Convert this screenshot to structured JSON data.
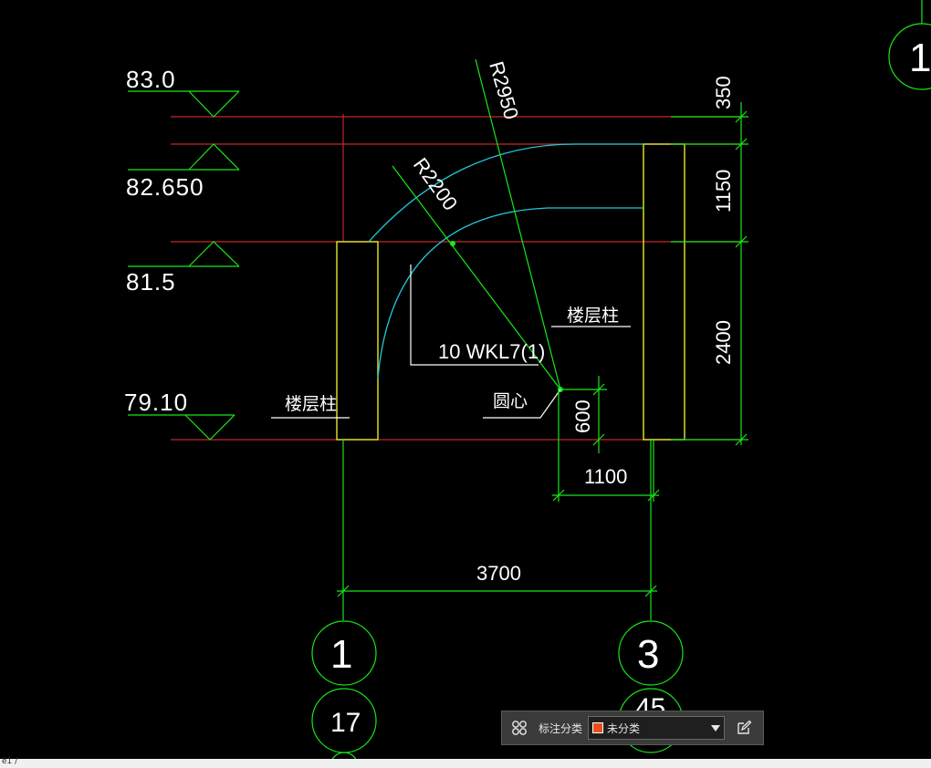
{
  "colors": {
    "background": "#000000",
    "grid_line": "#c0282a",
    "dimension": "#19e619",
    "column": "#e8e82a",
    "beam_arc": "#22c8d8",
    "text": "#ffffff",
    "swatch": "#e8501a"
  },
  "elevations": [
    "83.0",
    "82.650",
    "81.5",
    "79.10"
  ],
  "dimensions": {
    "right_top": "350",
    "right_mid": "1150",
    "right_bottom": "2400",
    "radius_outer": "R2950",
    "radius_inner": "R2200",
    "center_v": "600",
    "center_h": "1100",
    "total_width": "3700"
  },
  "labels": {
    "column_right": "楼层柱",
    "column_left": "楼层柱",
    "beam": "10 WKL7(1)",
    "circle_center": "圆心"
  },
  "axes": {
    "top_right": "1",
    "bottom_left": "1",
    "bottom_right": "3",
    "bottom_left_sub": "17",
    "bottom_right_sub": "45"
  },
  "toolbar": {
    "grid_icon": "grid-icon",
    "label": "标注分类",
    "selected": "未分类",
    "edit_icon": "edit-icon"
  },
  "statusbar": {
    "text": "ё1  /"
  }
}
